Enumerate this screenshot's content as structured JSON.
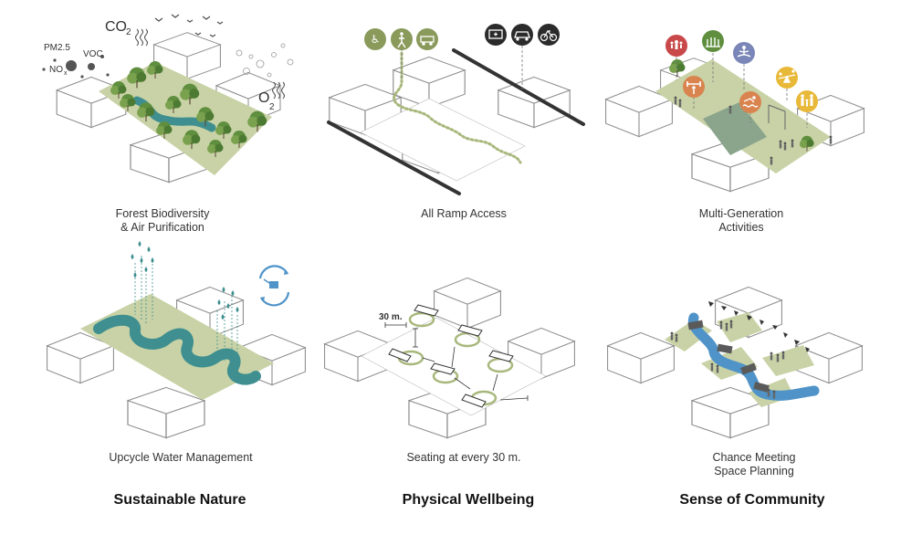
{
  "captions": {
    "forest_line1": "Forest Biodiversity",
    "forest_line2": "& Air Purification",
    "ramp": "All Ramp Access",
    "multigen_line1": "Multi-Generation",
    "multigen_line2": "Activities",
    "water": "Upcycle Water Management",
    "seating": "Seating at every 30 m.",
    "chance_line1": "Chance Meeting",
    "chance_line2": "Space Planning"
  },
  "headings": {
    "nature": "Sustainable Nature",
    "wellbeing": "Physical Wellbeing",
    "community": "Sense of Community"
  },
  "pollutants": {
    "co2_main": "CO",
    "co2_sub": "2",
    "pm25": "PM2.5",
    "voc": "VOC",
    "no_main": "NO",
    "no_sub": "x",
    "o2_main": "O",
    "o2_sub": "2"
  },
  "measure": {
    "distance": "30 m."
  },
  "icons": {
    "ramp_green": [
      "wheelchair-icon",
      "walking-person-icon",
      "golf-cart-icon"
    ],
    "ramp_dark": [
      "ambulance-icon",
      "car-icon",
      "bicycle-icon"
    ],
    "activities": [
      "group-icon",
      "garden-icon",
      "meditation-icon",
      "fitness-icon",
      "swimming-icon",
      "seesaw-icon",
      "family-icon"
    ],
    "water": "watering-can-recycle-icon"
  },
  "colors": {
    "forest_green": "#5f8f3e",
    "grass": "#c8d2a6",
    "water": "#3f8f90",
    "river": "#4f93c8",
    "icon_green": "#8a9a5b",
    "icon_dark": "#2b2b2b",
    "icon_red": "#c9484a",
    "icon_orange": "#d9844f",
    "icon_yellow": "#e8b838",
    "icon_purple": "#7a86b8"
  }
}
